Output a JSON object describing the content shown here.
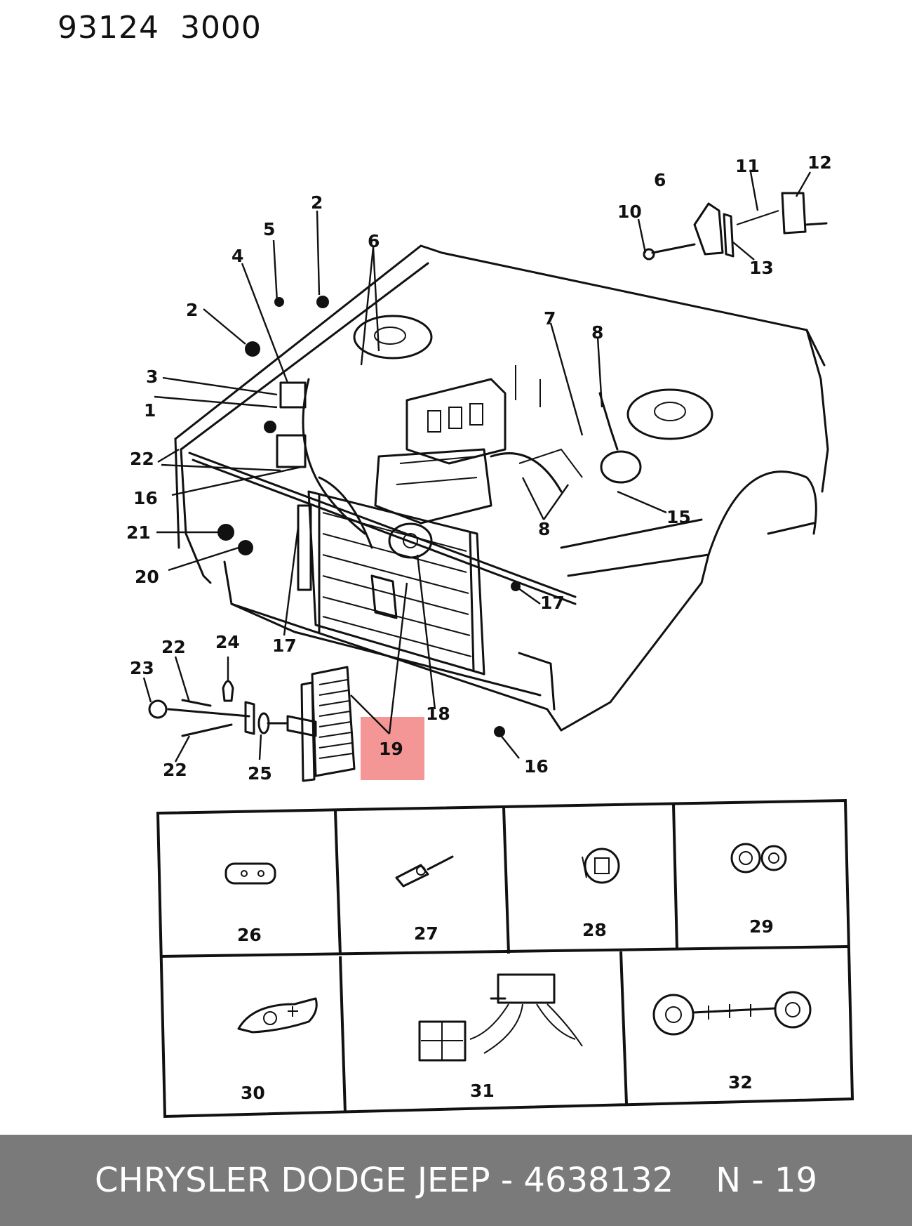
{
  "header": {
    "doc_code": "93124  3000"
  },
  "callouts": {
    "c1": "1",
    "c2a": "2",
    "c2b": "2",
    "c3": "3",
    "c4": "4",
    "c5": "5",
    "c6a": "6",
    "c6b": "6",
    "c7": "7",
    "c8a": "8",
    "c8b": "8",
    "c10": "10",
    "c11": "11",
    "c12": "12",
    "c13": "13",
    "c15": "15",
    "c16a": "16",
    "c16b": "16",
    "c17a": "17",
    "c17b": "17",
    "c18": "18",
    "c19": "19",
    "c20": "20",
    "c21": "21",
    "c22a": "22",
    "c22b": "22",
    "c22c": "22",
    "c23": "23",
    "c24": "24",
    "c25": "25"
  },
  "parts_grid": {
    "row1": [
      "26",
      "27",
      "28",
      "29"
    ],
    "row2": [
      "30",
      "31",
      "32"
    ]
  },
  "highlight": {
    "part": "19",
    "color": "#f48b8b"
  },
  "footer": {
    "brand": "CHRYSLER DODGE JEEP - 4638132",
    "page": "N - 19",
    "background": "#7a7a7a"
  }
}
